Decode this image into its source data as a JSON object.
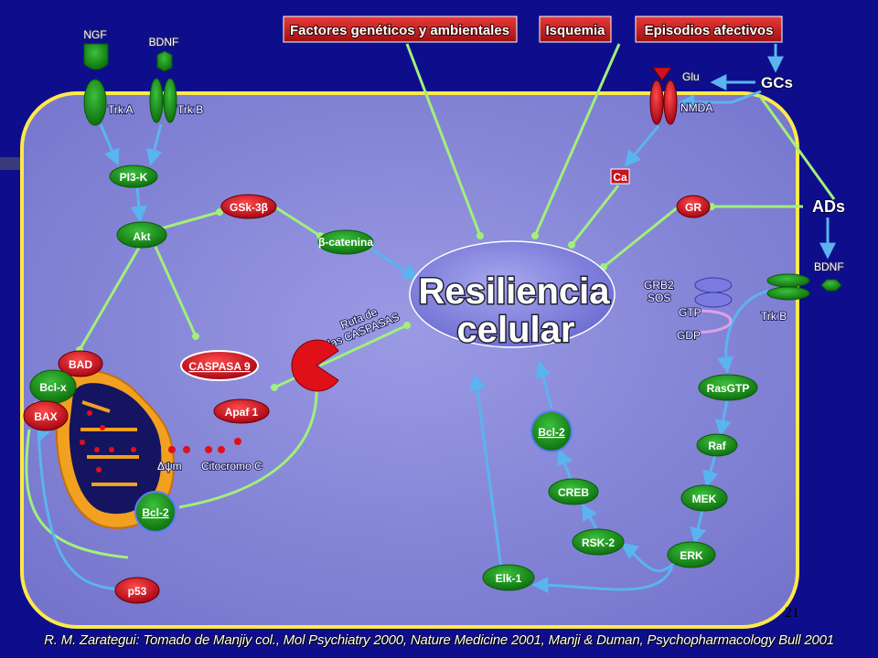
{
  "top_factors": {
    "genetic": "Factores genéticos y ambientales",
    "ischemia": "Isquemia",
    "affective": "Episodios afectivos"
  },
  "receptors": {
    "ngf": "NGF",
    "bdnf_top": "BDNF",
    "trka": "Trk A",
    "trkb_top": "Trk B",
    "glu": "Glu",
    "nmda": "NMDA",
    "gcs": "GCs",
    "ca": "Ca",
    "gr": "GR",
    "ads": "ADs",
    "bdnf_right": "BDNF",
    "trkb_right": "Trk B"
  },
  "nodes": {
    "pi3k": "PI3-K",
    "akt": "Akt",
    "gsk3b": "GSk-3β",
    "bcatenin": "β-catenina",
    "bad": "BAD",
    "bclx": "Bcl-x",
    "bax": "BAX",
    "caspasa9": "CASPASA 9",
    "apaf1": "Apaf 1",
    "bcl2_mito": "Bcl-2",
    "p53": "p53",
    "delta_psi": "Δψm",
    "citocromo": "Citocromo C",
    "ruta_caspasas_1": "Ruta de",
    "ruta_caspasas_2": "las CASPASAS",
    "grb2": "GRB2",
    "sos": "SOS",
    "gtp": "GTP",
    "gdp": "GDP",
    "rasgtp": "RasGTP",
    "raf": "Raf",
    "mek": "MEK",
    "erk": "ERK",
    "rsk2": "RSK-2",
    "creb": "CREB",
    "bcl2_center": "Bcl-2",
    "elk1": "Elk-1"
  },
  "center": {
    "line1": "Resiliencia",
    "line2": "celular"
  },
  "page_number": "21",
  "footer": "R. M. Zarategui: Tomado de Manjiy col., Mol Psychiatry 2000, Nature Medicine 2001, Manji & Duman, Psychopharmacology Bull 2001",
  "colors": {
    "background": "#0e0e8c",
    "cell": "#8e8edc",
    "cell_border": "#ffe94a",
    "green_node": "#1a8a1a",
    "red_node": "#c8141e",
    "arrow_blue": "#5ab4f0",
    "arrow_green": "#a0f07a"
  }
}
